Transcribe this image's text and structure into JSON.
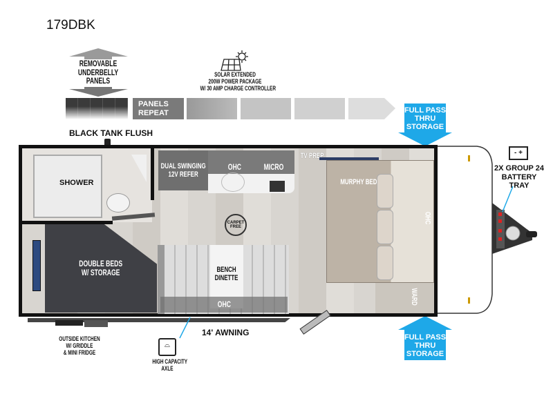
{
  "model": "179DBK",
  "underbelly": {
    "label": "REMOVABLE UNDERBELLY PANELS",
    "lines": [
      "REMOVABLE",
      "UNDERBELLY",
      "PANELS"
    ],
    "repeat_label": [
      "PANELS",
      "REPEAT"
    ]
  },
  "solar": {
    "lines": [
      "SOLAR EXTENDED",
      "200W POWER PACKAGE",
      "W/ 30 AMP CHARGE CONTROLLER"
    ]
  },
  "black_tank": "BLACK TANK FLUSH",
  "pass_thru": {
    "lines": [
      "FULL PASS",
      "THRU",
      "STORAGE"
    ],
    "color": "#1ea8e8"
  },
  "battery": {
    "icon_text": "- +",
    "lines": [
      "2X GROUP 24",
      "BATTERY",
      "TRAY"
    ]
  },
  "rooms": {
    "shower": "SHOWER",
    "refer": [
      "DUAL SWINGING",
      "12V REFER"
    ],
    "ohc_kitchen": "OHC",
    "micro": "MICRO",
    "tv_prep": "TV PREP",
    "murphy_bed": "MURPHY BED",
    "ohc_front": "OHC",
    "ward": "WARD",
    "carpet_free": "CARPET FREE",
    "double_beds": [
      "DOUBLE BEDS",
      "W/ STORAGE"
    ],
    "dinette": [
      "BENCH",
      "DINETTE"
    ],
    "ohc_dinette": "OHC"
  },
  "awning": "14' AWNING",
  "outside_kitchen": [
    "OUTSIDE KITCHEN",
    "W/ GRIDDLE",
    "& MINI FRIDGE"
  ],
  "axle": [
    "HIGH CAPACITY",
    "AXLE"
  ]
}
